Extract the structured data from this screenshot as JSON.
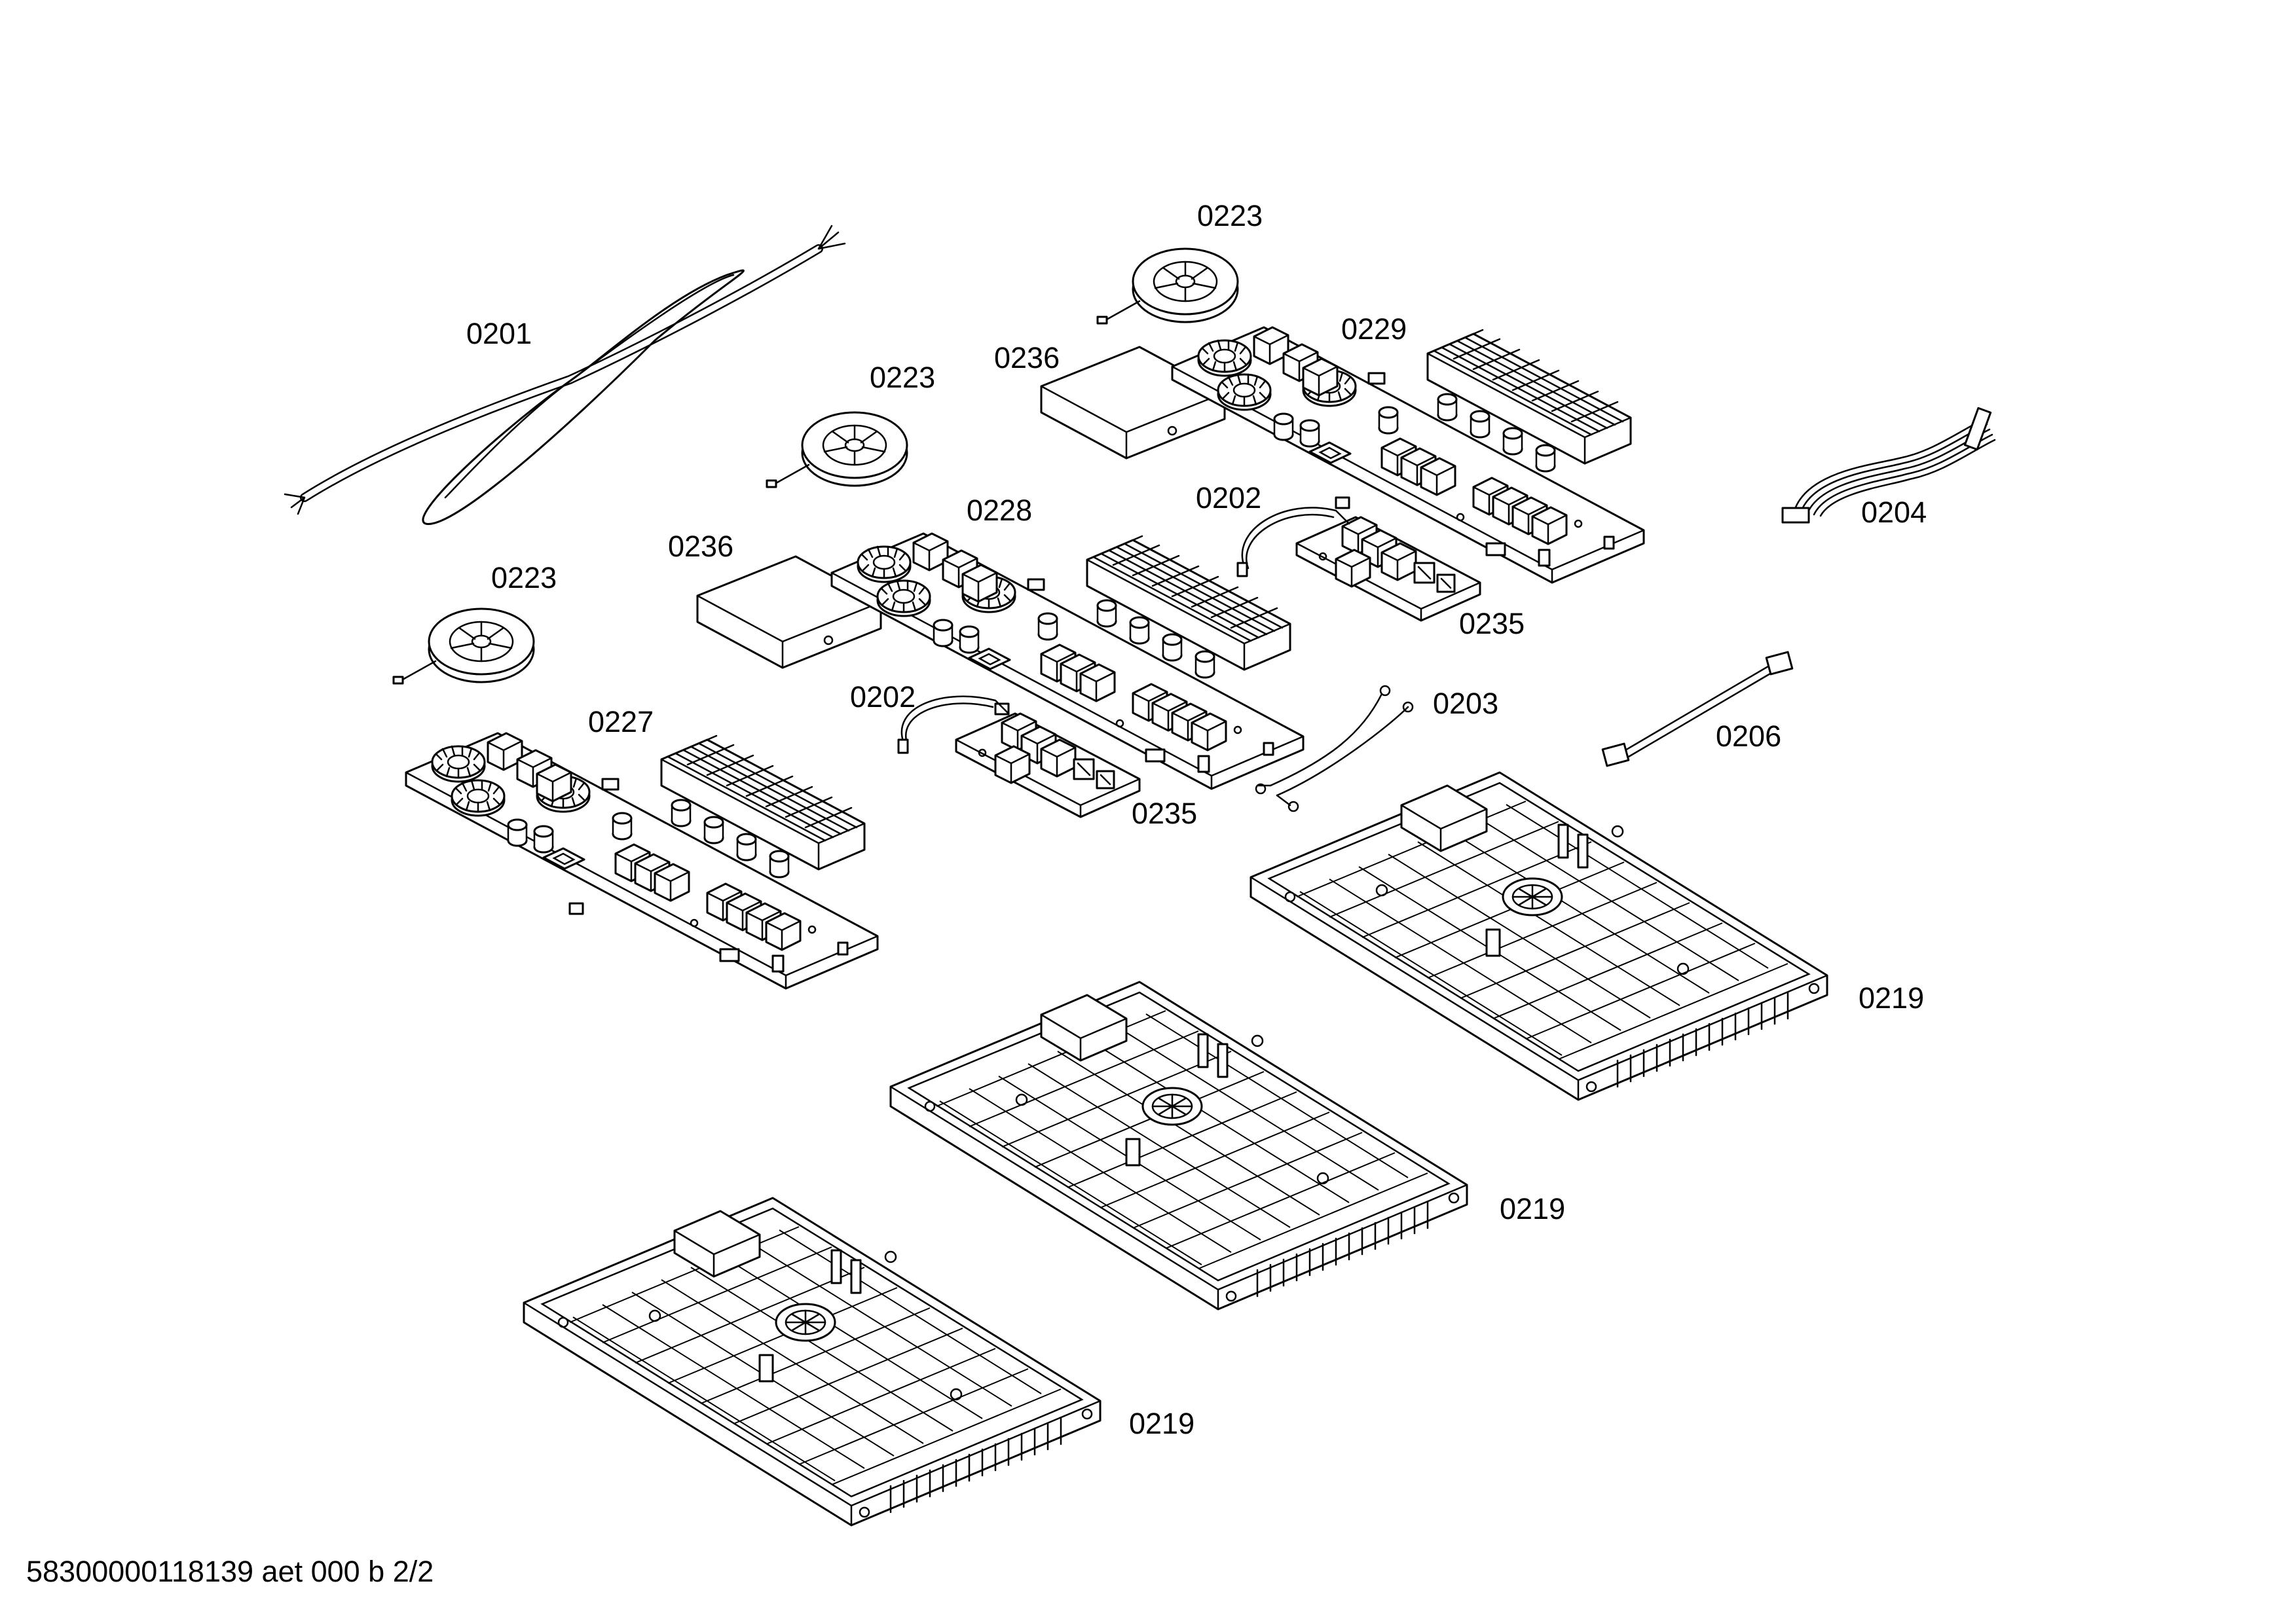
{
  "labels": {
    "l0201": "0201",
    "l0223a": "0223",
    "l0223b": "0223",
    "l0223c": "0223",
    "l0229": "0229",
    "l0236a": "0236",
    "l0236b": "0236",
    "l0228": "0228",
    "l0202a": "0202",
    "l0202b": "0202",
    "l0204": "0204",
    "l0235a": "0235",
    "l0235b": "0235",
    "l0227": "0227",
    "l0203": "0203",
    "l0206": "0206",
    "l0219a": "0219",
    "l0219b": "0219",
    "l0219c": "0219"
  },
  "footer": "58300000118139 aet 000 b 2/2"
}
